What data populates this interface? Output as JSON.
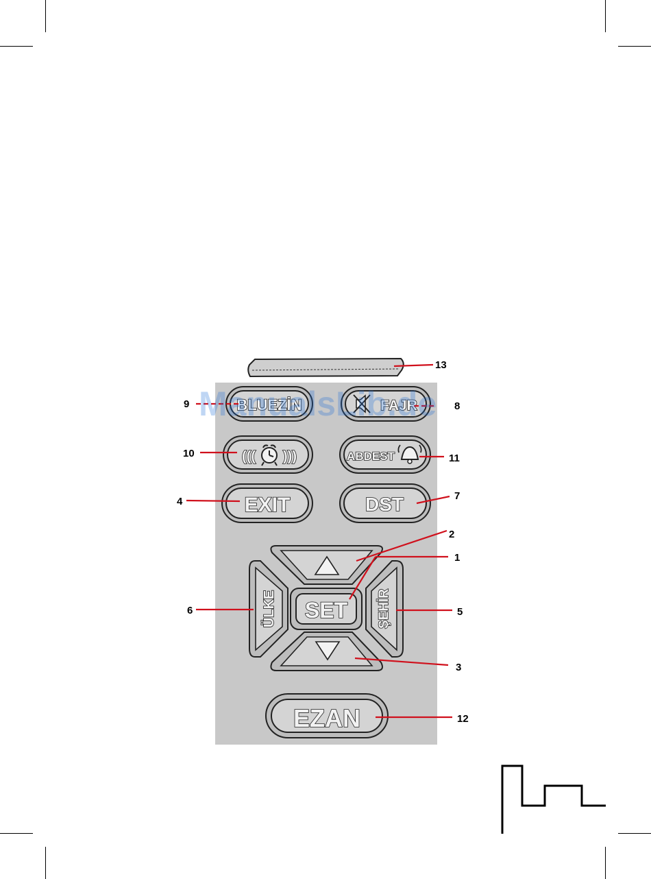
{
  "watermark": "ManualsLib.de",
  "buttons": {
    "ezan": "EZAN",
    "exit": "EXIT",
    "dst": "DST",
    "set": "SET",
    "ulke": "ÜLKE",
    "sehir": "ŞEHİR",
    "fajr": "FAJR",
    "abdest": "ABDEST",
    "alarm": "((( ⏰ )))",
    "bluezin": "BLUEZİN"
  },
  "callouts": {
    "c1": "1",
    "c2": "2",
    "c3": "3",
    "c4": "4",
    "c5": "5",
    "c6": "6",
    "c7": "7",
    "c8": "8",
    "c9": "9",
    "c10": "10",
    "c11": "11",
    "c12": "12",
    "c13": "13"
  },
  "colors": {
    "panel": "#c8c8c8",
    "leader": "#d0101c",
    "button_face": "#d4d4d4"
  }
}
